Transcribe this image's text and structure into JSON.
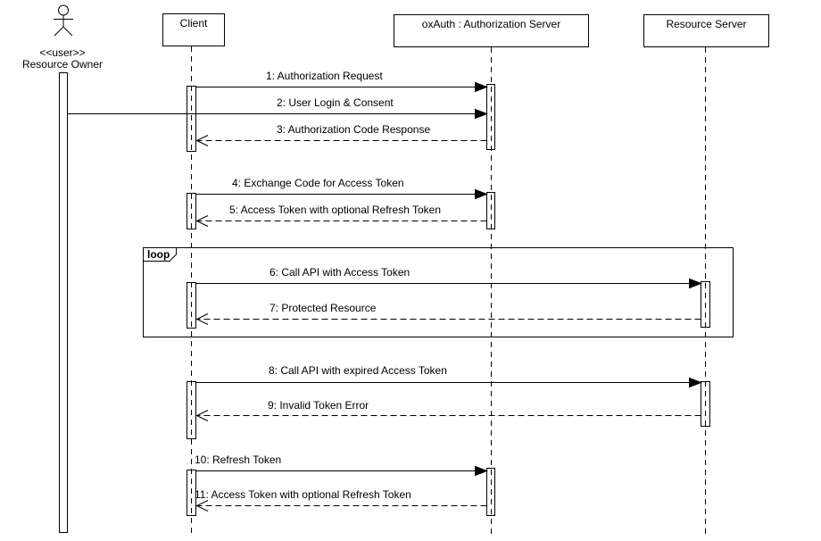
{
  "canvas": {
    "background": "#ffffff",
    "line_color": "#000000"
  },
  "actor": {
    "stereotype": "<<user>>",
    "name": "Resource Owner"
  },
  "lifelines": [
    {
      "id": "client",
      "label": "Client"
    },
    {
      "id": "oxauth",
      "label": "oxAuth : Authorization Server"
    },
    {
      "id": "resource_server",
      "label": "Resource Server"
    }
  ],
  "fragment": {
    "operator": "loop",
    "contains_messages": [
      6,
      7
    ]
  },
  "messages": [
    {
      "num": 1,
      "label": "1: Authorization Request",
      "from": "Client",
      "to": "oxAuth : Authorization Server",
      "line": "solid",
      "arrow": "filled"
    },
    {
      "num": 2,
      "label": "2: User Login & Consent",
      "from": "Resource Owner",
      "to": "oxAuth : Authorization Server",
      "line": "solid",
      "arrow": "filled"
    },
    {
      "num": 3,
      "label": "3: Authorization Code Response",
      "from": "oxAuth : Authorization Server",
      "to": "Client",
      "line": "dashed",
      "arrow": "open"
    },
    {
      "num": 4,
      "label": "4: Exchange Code for Access Token",
      "from": "Client",
      "to": "oxAuth : Authorization Server",
      "line": "solid",
      "arrow": "filled"
    },
    {
      "num": 5,
      "label": "5: Access Token with optional Refresh Token",
      "from": "oxAuth : Authorization Server",
      "to": "Client",
      "line": "dashed",
      "arrow": "open"
    },
    {
      "num": 6,
      "label": "6: Call API with Access Token",
      "from": "Client",
      "to": "Resource Server",
      "line": "solid",
      "arrow": "filled"
    },
    {
      "num": 7,
      "label": "7: Protected Resource",
      "from": "Resource Server",
      "to": "Client",
      "line": "dashed",
      "arrow": "open"
    },
    {
      "num": 8,
      "label": "8: Call API with expired Access Token",
      "from": "Client",
      "to": "Resource Server",
      "line": "solid",
      "arrow": "filled"
    },
    {
      "num": 9,
      "label": "9: Invalid Token Error",
      "from": "Resource Server",
      "to": "Client",
      "line": "dashed",
      "arrow": "open"
    },
    {
      "num": 10,
      "label": "10: Refresh Token",
      "from": "Client",
      "to": "oxAuth : Authorization Server",
      "line": "solid",
      "arrow": "filled"
    },
    {
      "num": 11,
      "label": "11: Access Token with optional Refresh Token",
      "from": "oxAuth : Authorization Server",
      "to": "Client",
      "line": "dashed",
      "arrow": "open"
    }
  ]
}
